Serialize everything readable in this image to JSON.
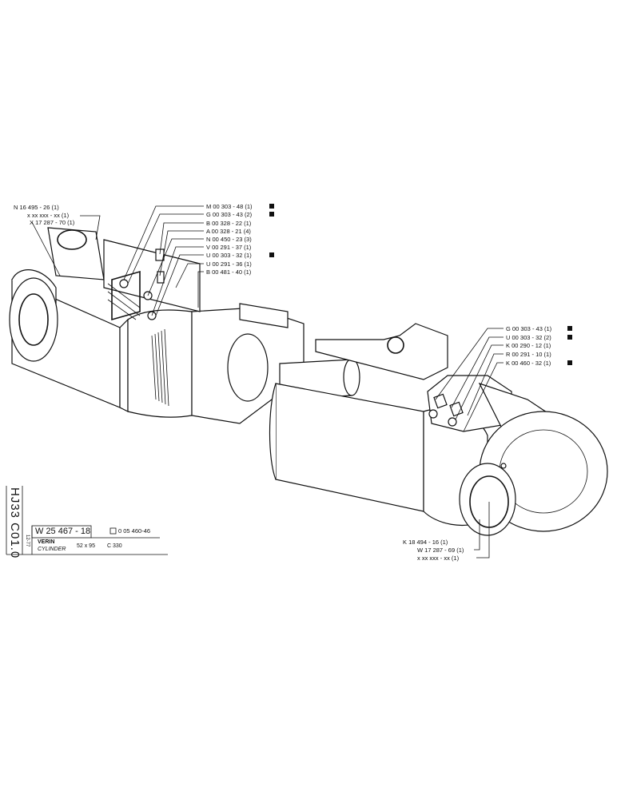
{
  "sheet": {
    "code": "HJ33 C01.0",
    "date": "12-77"
  },
  "title_block": {
    "part_number": "W 25 467 - 18",
    "reference": "0 05 460-46",
    "name_fr": "VERIN",
    "name_en": "CYLINDER",
    "size": "52 x 95",
    "model": "C 330"
  },
  "callouts_left": [
    {
      "text": "N 16 495 - 26 (1)"
    },
    {
      "text": "x xx xxx - xx (1)"
    },
    {
      "text": "X 17 287 - 70 (1)"
    }
  ],
  "callouts_top": [
    {
      "text": "M 00 303 - 48 (1)",
      "marked": true
    },
    {
      "text": "G 00 303 - 43 (2)",
      "marked": true
    },
    {
      "text": "B 00 328 - 22 (1)",
      "marked": false
    },
    {
      "text": "A 00 328 - 21 (4)",
      "marked": false
    },
    {
      "text": "N 00 450 - 23 (3)",
      "marked": false
    },
    {
      "text": "V 00 291 - 37 (1)",
      "marked": false
    },
    {
      "text": "U 00 303 - 32 (1)",
      "marked": true
    },
    {
      "text": "U 00 291 - 36 (1)",
      "marked": false
    },
    {
      "text": "B 00 481 - 40 (1)",
      "marked": false
    }
  ],
  "callouts_right": [
    {
      "text": "G 00 303 - 43 (1)",
      "marked": true
    },
    {
      "text": "U 00 303 - 32 (2)",
      "marked": true
    },
    {
      "text": "K 00 290 - 12 (1)",
      "marked": false
    },
    {
      "text": "R 00 291 - 10 (1)",
      "marked": false
    },
    {
      "text": "K 00 460 - 32 (1)",
      "marked": true
    }
  ],
  "callouts_bottom": [
    {
      "text": "K 18 494 - 16 (1)"
    },
    {
      "text": "W 17 287 - 69 (1)"
    },
    {
      "text": "x xx xxx - xx (1)"
    }
  ]
}
